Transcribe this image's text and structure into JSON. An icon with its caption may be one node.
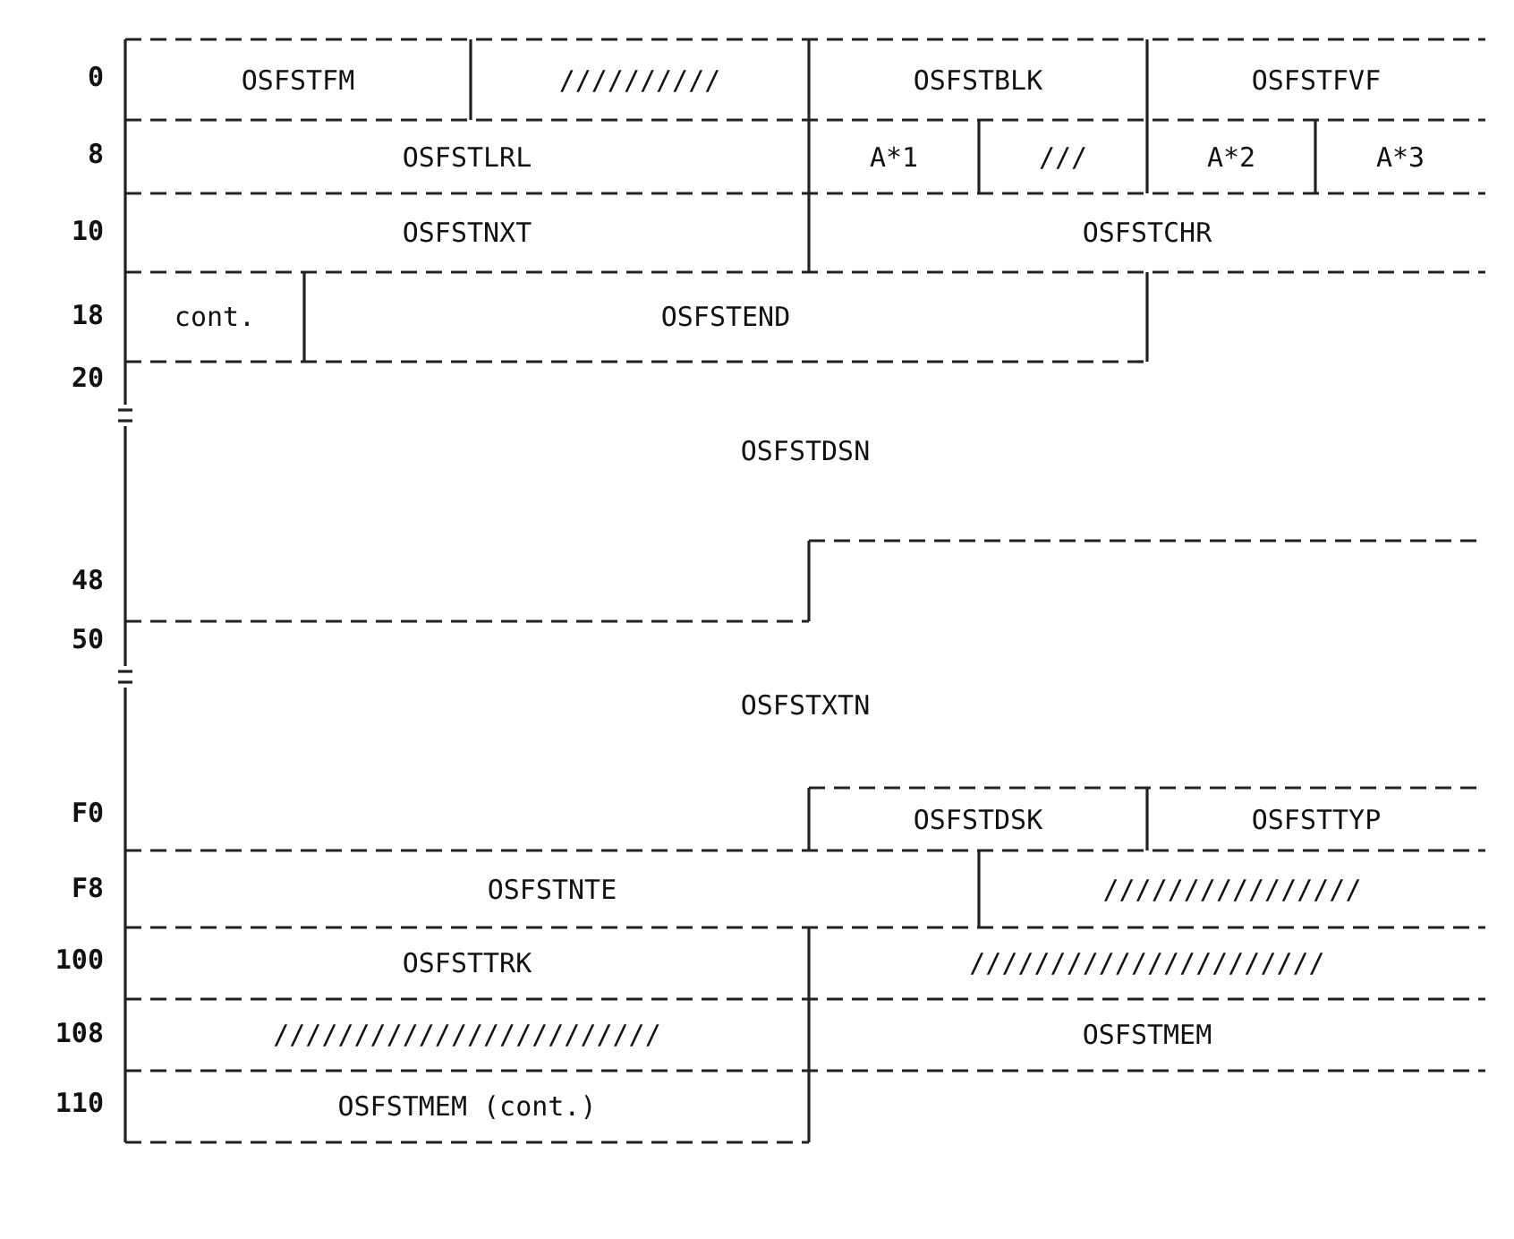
{
  "diagram": {
    "nodes": [
      {
        "text": [
          "OSFSTFM"
        ]
      },
      {
        "text": [
          "//////////"
        ]
      },
      {
        "text": [
          "OSFSTBLK"
        ]
      },
      {
        "text": [
          "OSFSTFVF"
        ]
      },
      {
        "text": [
          "OSFSTLRL"
        ]
      },
      {
        "text": [
          "A*1"
        ]
      },
      {
        "text": [
          "///"
        ]
      },
      {
        "text": [
          "A*2"
        ]
      },
      {
        "text": [
          "A*3"
        ]
      },
      {
        "text": [
          "OSFSTNXT"
        ]
      },
      {
        "text": [
          "OSFSTCHR"
        ]
      },
      {
        "text": [
          "cont."
        ]
      },
      {
        "text": [
          "OSFSTEND"
        ]
      },
      {
        "text": [
          "OSFSTDSN"
        ]
      },
      {
        "text": [
          "OSFSTXTN"
        ]
      },
      {
        "text": [
          "OSFSTDSK"
        ]
      },
      {
        "text": [
          "OSFSTTYP"
        ]
      },
      {
        "text": [
          "OSFSTNTE"
        ]
      },
      {
        "text": [
          "////////////////"
        ]
      },
      {
        "text": [
          "OSFSTTRK"
        ]
      },
      {
        "text": [
          "//////////////////////"
        ]
      },
      {
        "text": [
          "////////////////////////"
        ]
      },
      {
        "text": [
          "OSFSTMEM"
        ]
      },
      {
        "text": [
          "OSFSTMEM (cont.)"
        ]
      }
    ],
    "edges": [],
    "labels": [
      "0",
      "8",
      "10",
      "18",
      "20",
      "48",
      "50",
      "F0",
      "F8",
      "100",
      "108",
      "110"
    ]
  }
}
